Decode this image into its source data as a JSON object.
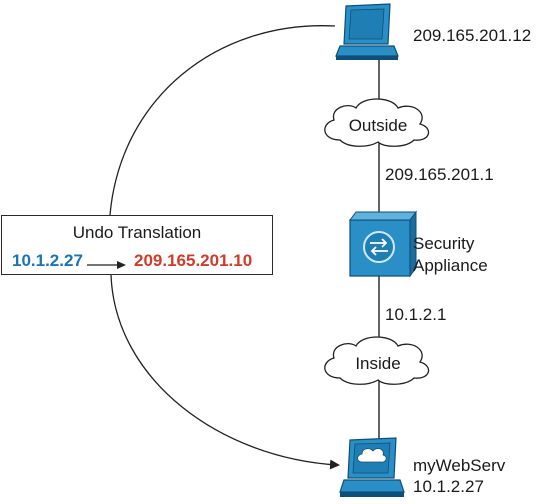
{
  "nodes": {
    "outside_host": {
      "ip": "209.165.201.12"
    },
    "outside_cloud": {
      "label": "Outside"
    },
    "outside_interface": {
      "ip": "209.165.201.1"
    },
    "security_appliance": {
      "line1": "Security",
      "line2": "Appliance"
    },
    "inside_interface": {
      "ip": "10.1.2.1"
    },
    "inside_cloud": {
      "label": "Inside"
    },
    "web_server": {
      "name": "myWebServ",
      "ip": "10.1.2.27"
    }
  },
  "undo_translation": {
    "title": "Undo Translation",
    "source_ip": "10.1.2.27",
    "translated_ip": "209.165.201.10"
  },
  "colors": {
    "device_blue": "#2a8fc7",
    "device_dark": "#0d4f7a",
    "source_ip_blue": "#1a74b8",
    "translated_ip_red": "#d23a2a",
    "line": "#222222"
  }
}
